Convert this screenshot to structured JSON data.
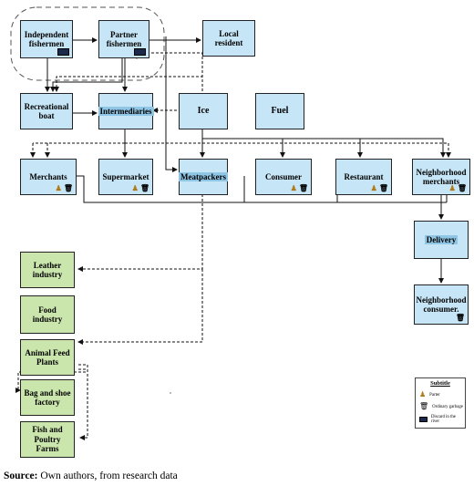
{
  "nodes": {
    "independent_fishermen": "Independent fishermen",
    "partner_fishermen": "Partner fishermen",
    "local_resident": "Local resident",
    "recreational_boat": "Recreational boat",
    "intermediaries": "Intermediaries",
    "ice": "Ice",
    "fuel": "Fuel",
    "merchants": "Merchants",
    "supermarket": "Supermarket",
    "meatpackers": "Meatpackers",
    "consumer": "Consumer",
    "restaurant": "Restaurant",
    "neighborhood_merchants": "Neighborhood merchants",
    "delivery": "Delivery",
    "neighborhood_consumer": "Neighborhood consumer.",
    "leather_industry": "Leather industry",
    "food_industry": "Food industry",
    "animal_feed_plants": "Animal Feed Plants",
    "bag_shoe_factory": "Bag and shoe factory",
    "fish_poultry_farms": "Fish and Poultry Farms"
  },
  "legend": {
    "title": "Subtitle",
    "items": [
      {
        "icon": "partner-icon",
        "label": "Parter"
      },
      {
        "icon": "garbage-icon",
        "label": "Ordinary garbage"
      },
      {
        "icon": "discard-river-icon",
        "label": "Discard in the river"
      }
    ]
  },
  "source": {
    "label": "Source:",
    "text": "Own authors, from research data"
  },
  "colors": {
    "blue_box": "#c6e6f7",
    "green_box": "#cbe6ad",
    "highlight": "#8fc6e6",
    "discard_icon": "#1b2a4a"
  }
}
